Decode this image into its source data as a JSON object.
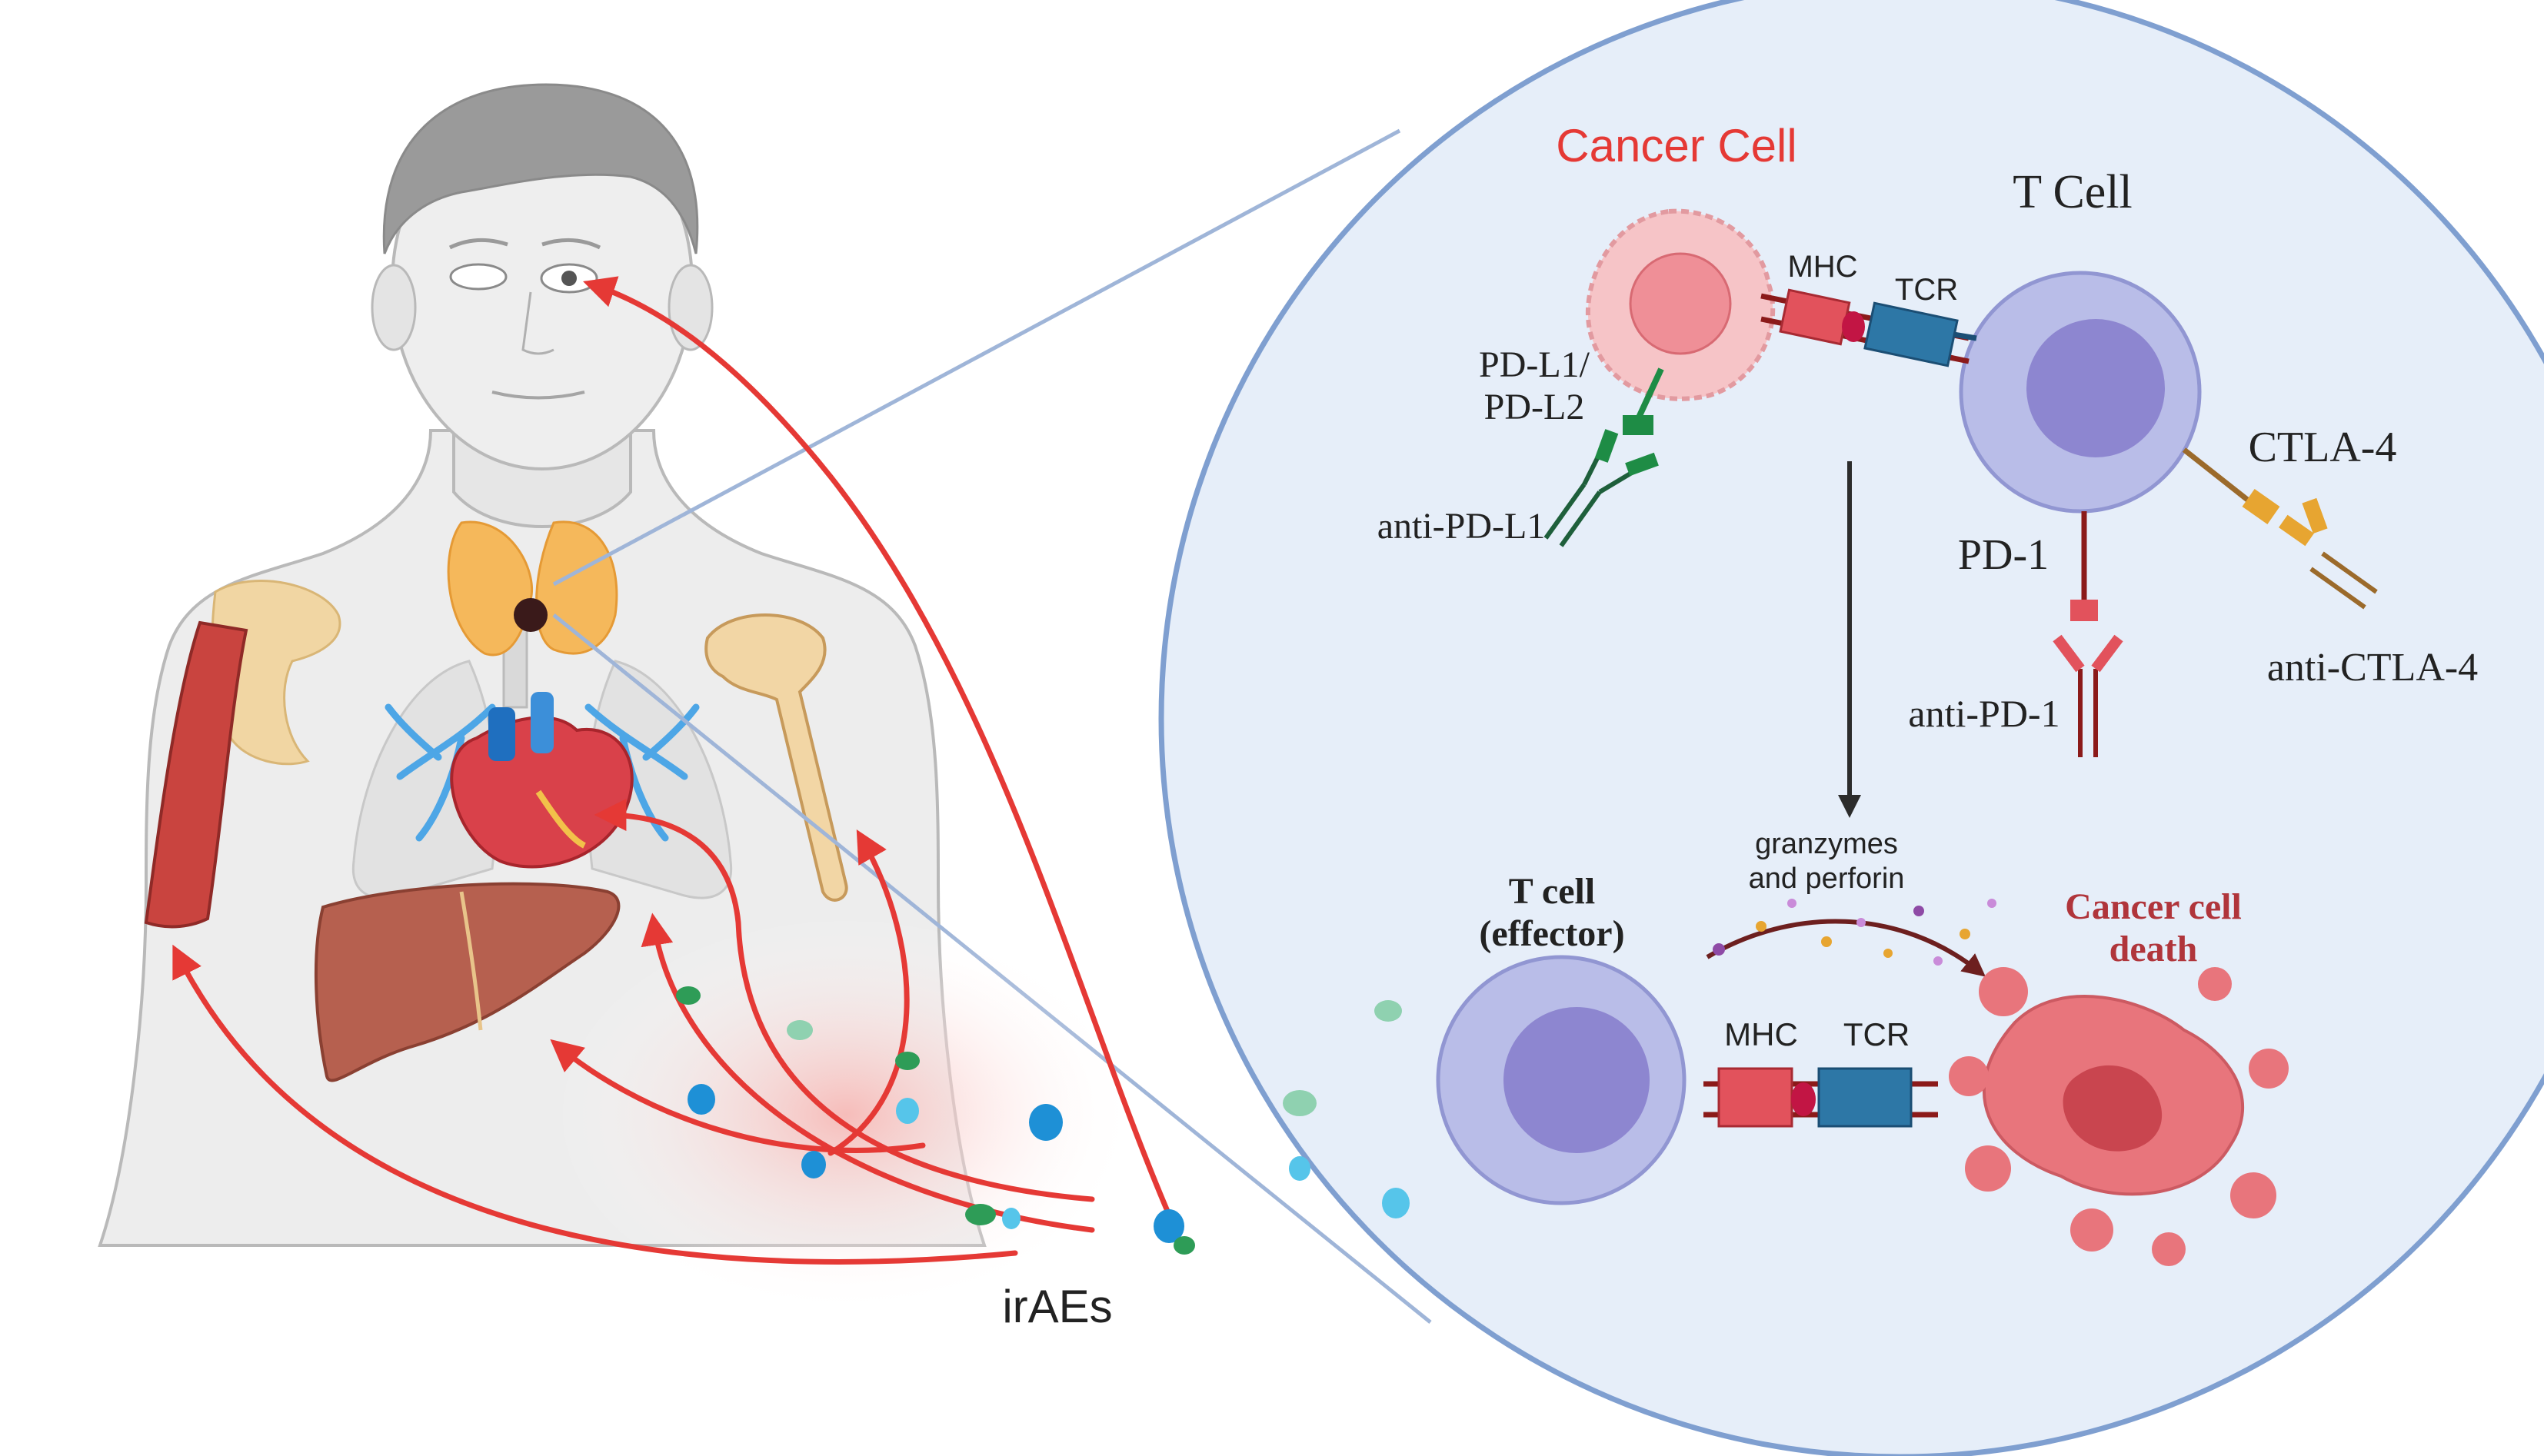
{
  "labels": {
    "cancer_cell": "Cancer Cell",
    "t_cell": "T Cell",
    "mhc_top": "MHC",
    "tcr_top": "TCR",
    "pd_l1_l2_line1": "PD-L1/",
    "pd_l1_l2_line2": "PD-L2",
    "anti_pd_l1": "anti-PD-L1",
    "ctla_4": "CTLA-4",
    "pd_1": "PD-1",
    "anti_pd_1": "anti-PD-1",
    "anti_ctla_4": "anti-CTLA-4",
    "granzymes_line1": "granzymes",
    "granzymes_line2": "and perforin",
    "t_cell_effector_line1": "T cell",
    "t_cell_effector_line2": "(effector)",
    "mhc_bottom": "MHC",
    "tcr_bottom": "TCR",
    "cancer_death_line1": "Cancer cell",
    "cancer_death_line2": "death",
    "iraes": "irAEs"
  },
  "colors": {
    "accent_red": "#e53935",
    "circle_fill": "#e6eef9",
    "circle_stroke": "#7f9fd0",
    "t_cell_fill": "#b9bde8",
    "t_cell_nucleus": "#8d86d0",
    "cancer_pink": "#f6b8bd",
    "death_pink": "#e8757c",
    "mhc_red": "#e2525c",
    "tcr_blue": "#2d77a6",
    "pd_green": "#1e8c45",
    "ctla_gold": "#e7a531",
    "death_label": "#b0353b"
  }
}
